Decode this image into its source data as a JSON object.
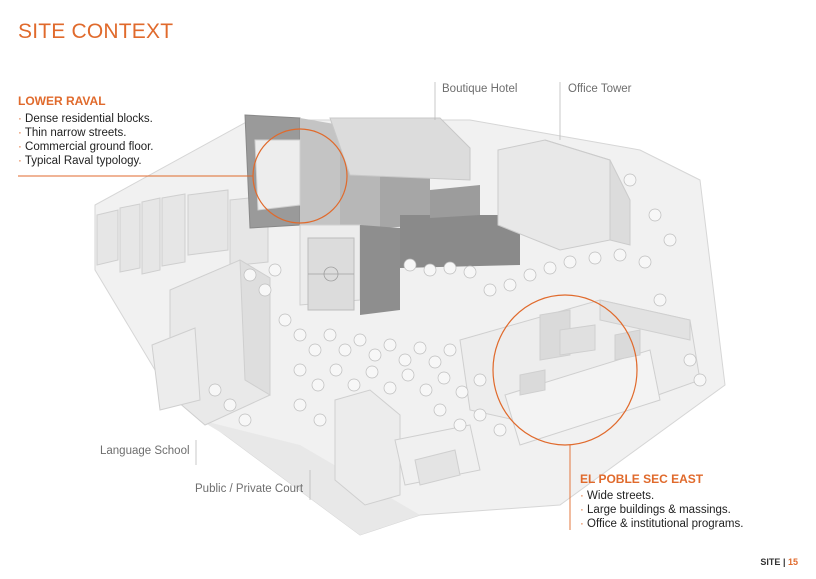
{
  "page": {
    "title": "SITE CONTEXT"
  },
  "lower_raval": {
    "title": "LOWER RAVAL",
    "bullets": [
      "Dense residential blocks.",
      "Thin narrow streets.",
      "Commercial ground floor.",
      "Typical Raval typology."
    ]
  },
  "poble_sec": {
    "title": "EL POBLE SEC EAST",
    "bullets": [
      "Wide streets.",
      "Large buildings & massings.",
      "Office & institutional programs."
    ]
  },
  "labels": {
    "boutique_hotel": "Boutique Hotel",
    "office_tower": "Office Tower",
    "language_school": "Language School",
    "court": "Public / Private Court"
  },
  "footer": {
    "section": "SITE",
    "separator": "|",
    "page_number": "15"
  },
  "colors": {
    "accent": "#e06a2c",
    "label_gray": "#6e6e6e"
  }
}
